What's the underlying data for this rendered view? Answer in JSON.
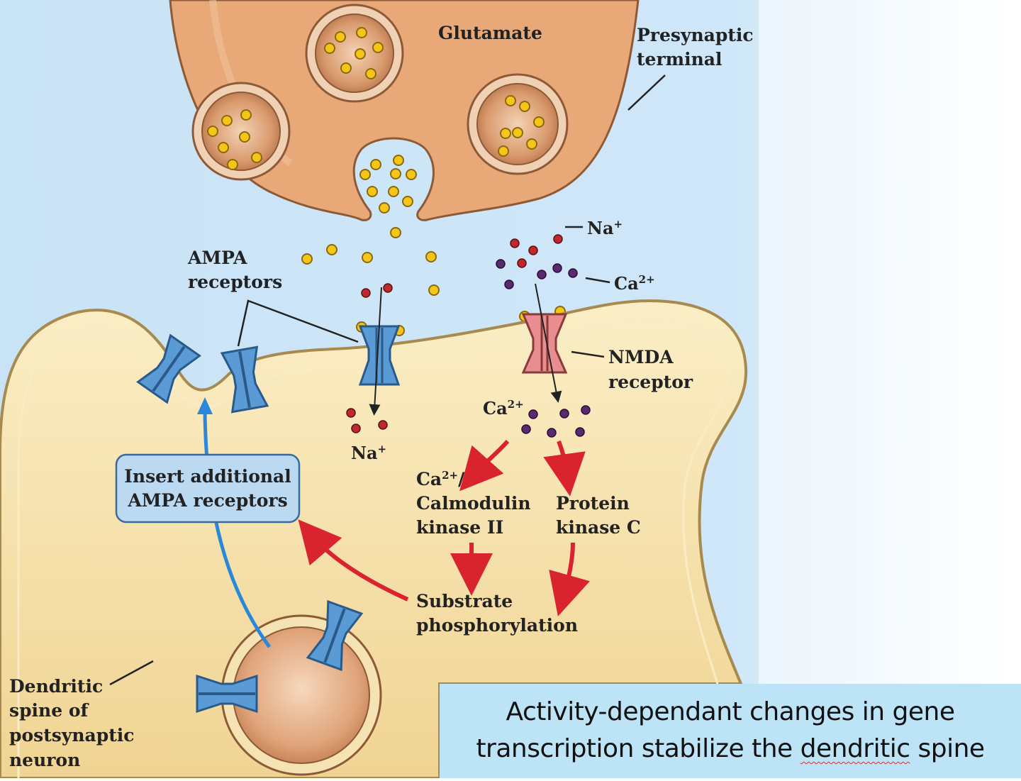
{
  "figure": {
    "labels": {
      "glutamate": "Glutamate",
      "presynaptic_line1": "Presynaptic",
      "presynaptic_line2": "terminal",
      "na_top": "Na",
      "na_top_sup": "+",
      "ca_top": "Ca",
      "ca_top_sup": "2+",
      "ampa_line1": "AMPA",
      "ampa_line2": "receptors",
      "nmda_line1": "NMDA",
      "nmda_line2": "receptor",
      "ca_inside": "Ca",
      "ca_inside_sup": "2+",
      "na_inside": "Na",
      "na_inside_sup": "+",
      "insert_line1": "Insert additional",
      "insert_line2": "AMPA receptors",
      "camk_line1_base": "Ca",
      "camk_line1_sup": "2+",
      "camk_line1_tail": "/",
      "camk_line2": "Calmodulin",
      "camk_line3": "kinase II",
      "pkc_line1": "Protein",
      "pkc_line2": "kinase C",
      "substrate_line1": "Substrate",
      "substrate_line2": "phosphorylation",
      "dendritic_line1": "Dendritic",
      "dendritic_line2": "spine of",
      "dendritic_line3": "postsynaptic",
      "dendritic_line4": "neuron"
    },
    "colors": {
      "background_blue": "#cfe6f7",
      "presynaptic_fill": "#e8a877",
      "postsynaptic_fill": "#f5dea6",
      "glutamate_dot": "#f5c518",
      "sodium_dot": "#c0282d",
      "calcium_dot": "#5a2a6e",
      "ampa_receptor": "#5b9bd5",
      "nmda_receptor": "#e88e8e",
      "red_arrow": "#d9242f",
      "blue_arrow": "#2b88d8"
    }
  },
  "caption": {
    "line1": "Activity-dependant changes in gene",
    "line2_prefix": "transcription stabilize the ",
    "line2_misspelled": "dendritic",
    "line2_suffix": " spine"
  }
}
